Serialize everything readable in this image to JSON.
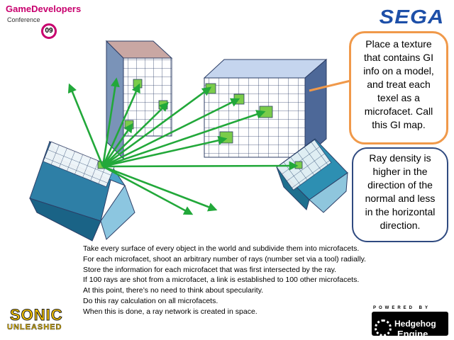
{
  "header": {
    "gdc_logo": {
      "line1": "GameDevelopers",
      "line2": "Conference",
      "edition": "09"
    },
    "sega_logo": "SEGA"
  },
  "callouts": {
    "gi_map": "Place a texture that contains GI info on a model, and treat each texel as a microfacet. Call this GI map.",
    "ray_density": "Ray density is higher in the direction of the normal and less in the horizontal direction."
  },
  "body_text": [
    "Take every surface of every object in the world and subdivide them into microfacets.",
    "For each microfacet, shoot an arbitrary number of rays (number set via a tool) radially.",
    "Store the information for each microfacet that was first intersected by the ray.",
    "If 100 rays are shot from a microfacet, a link is established to 100 other microfacets.",
    "At this point, there’s no need to think about specularity.",
    "Do this ray calculation on all microfacets.",
    "When this is done, a ray network is created in space."
  ],
  "footer": {
    "sonic_logo": {
      "line1": "SONIC",
      "line2": "UNLEASHED"
    },
    "engine_logo": {
      "powered": "POWERED BY",
      "line1": "Hedgehog",
      "line2": "Engine"
    }
  },
  "colors": {
    "ray_arrow": "#22a83a",
    "microfacet_highlight": "#7acc4a",
    "callout_orange": "#f0994a",
    "callout_navy": "#2f4a80",
    "sega_blue": "#1d4fa8",
    "gdc_magenta": "#c8006e"
  }
}
